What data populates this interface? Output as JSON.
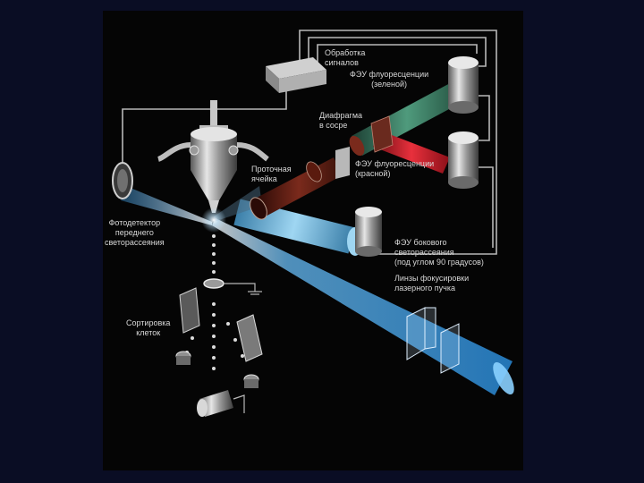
{
  "labels": {
    "signal_processing": "Обработка\nсигналов",
    "pmt_green": "ФЭУ флуоресценции\n(зеленой)",
    "aperture": "Диафрагма\nв сосре",
    "pmt_red": "ФЭУ флуоресценции\n(красной)",
    "flow_cell": "Проточная\nячейка",
    "forward_detector": "Фотодетектор\nпереднего\nсветорассеяния",
    "pmt_side": "ФЭУ бокового\nсветорассеяния\n(под углом 90 градусов)",
    "laser_lenses": "Линзы фокусировки\nлазерного пучка",
    "cell_sorting": "Сортировка\nклеток"
  },
  "colors": {
    "frame": "#0a0d24",
    "panel": "#050505",
    "laser": "#4fb3ff",
    "green_beam": "#2f7a5c",
    "red_beam": "#c81e2a",
    "side_beam": "#7ab8d8",
    "wires": "#b8b8b8"
  }
}
